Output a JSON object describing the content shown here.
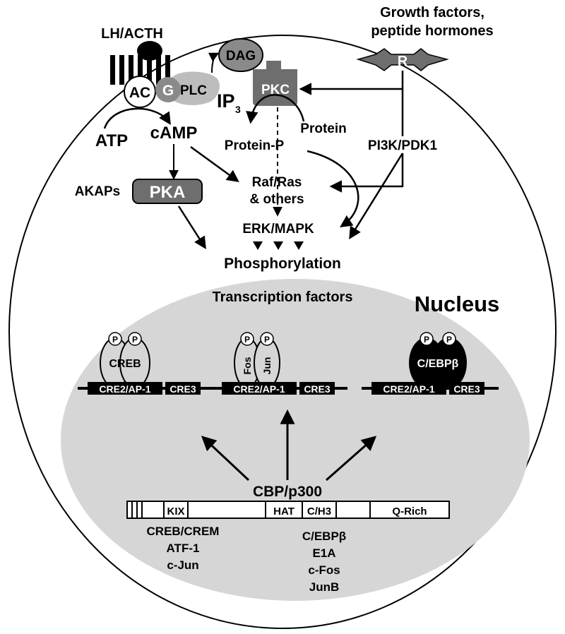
{
  "receptors": {
    "lh_acth": "LH/ACTH",
    "ac": "AC",
    "g": "G",
    "plc": "PLC",
    "dag": "DAG",
    "pkc": "PKC",
    "ip3_main": "IP",
    "ip3_sub": "3",
    "growth_line1": "Growth factors,",
    "growth_line2": "peptide hormones",
    "r": "R"
  },
  "cytoplasm": {
    "atp": "ATP",
    "camp": "cAMP",
    "protein": "Protein",
    "protein_p": "Protein-P",
    "pi3k": "PI3K/PDK1",
    "akaps": "AKAPs",
    "pka": "PKA",
    "raf_line1": "Raf/Ras",
    "raf_line2": "& others",
    "erk": "ERK/MAPK",
    "phosphorylation": "Phosphorylation"
  },
  "nucleus": {
    "title": "Nucleus",
    "tf_label": "Transcription factors",
    "p": "P",
    "creb": "CREB",
    "fos": "Fos",
    "jun": "Jun",
    "cebpb": "C/EBPβ",
    "cre2": "CRE2/AP-1",
    "cre3": "CRE3"
  },
  "cbp": {
    "title": "CBP/p300",
    "kix": "KIX",
    "hat": "HAT",
    "ch3": "C/H3",
    "qrich": "Q-Rich",
    "left_partners": [
      "CREB/CREM",
      "ATF-1",
      "c-Jun"
    ],
    "right_partners": [
      "C/EBPβ",
      "E1A",
      "c-Fos",
      "JunB"
    ]
  },
  "colors": {
    "nucleus_fill": "#d6d6d6",
    "dark_box": "#6e6e6e",
    "mid_gray": "#9a9a9a",
    "light_gray": "#bdbdbd"
  }
}
